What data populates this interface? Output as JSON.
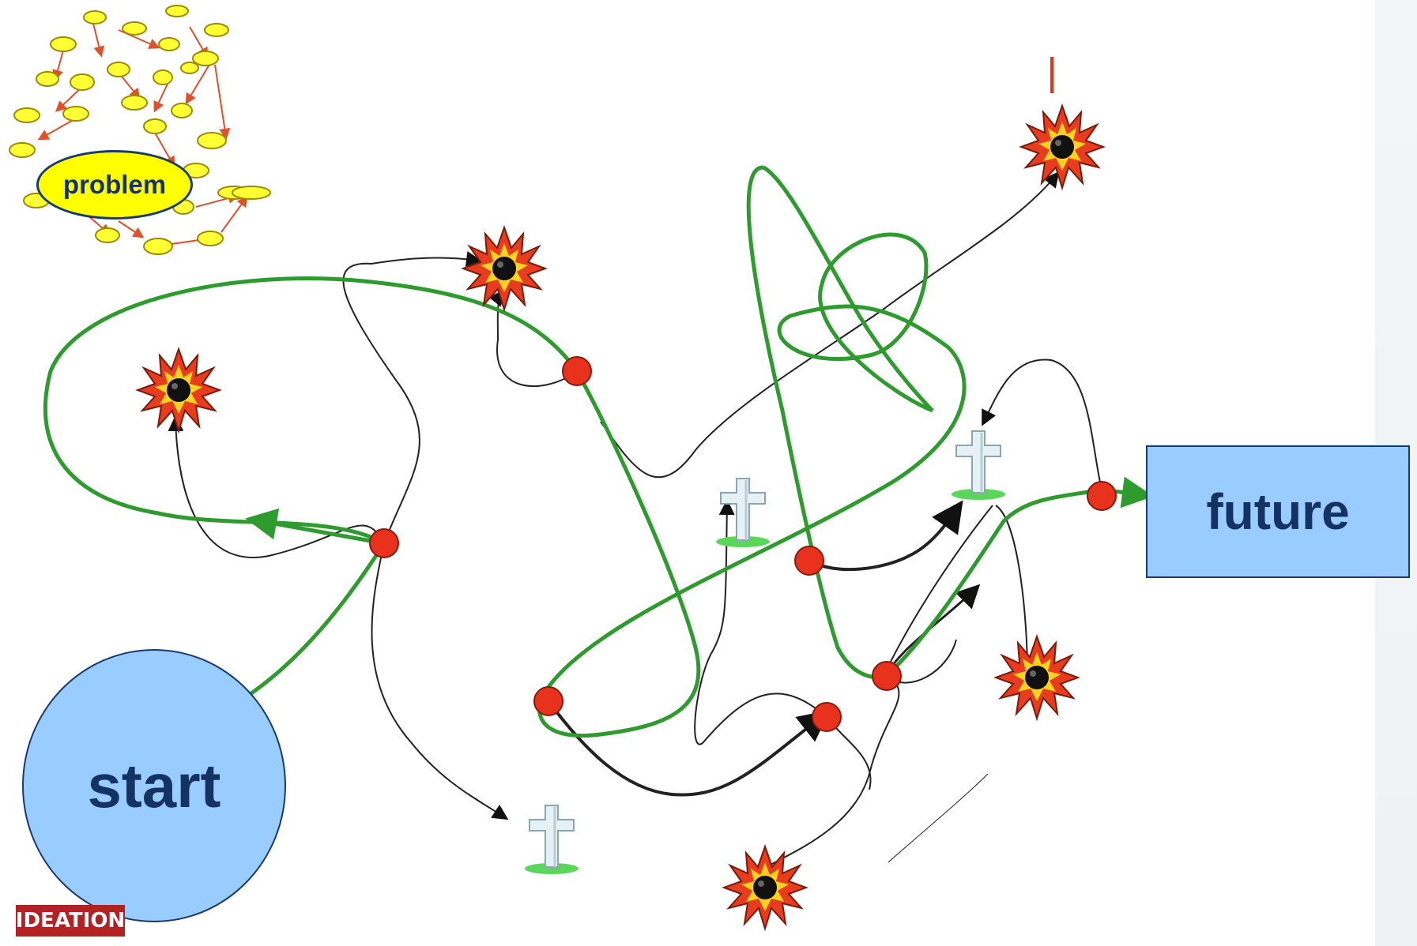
{
  "labels": {
    "start": "start",
    "future": "future",
    "problem": "problem",
    "badge": "IDEATION"
  },
  "colors": {
    "path_green": "#2e9b2e",
    "decision_node": "#e8321e",
    "label_fill": "#99ccff",
    "label_text": "#143264",
    "problem_fill": "#ffff00",
    "badge_fill": "#b22222"
  },
  "icons": {
    "explosions": [
      "explosion-icon",
      "explosion-icon",
      "explosion-icon",
      "explosion-icon",
      "explosion-icon"
    ],
    "gravestones": [
      "gravestone-icon",
      "gravestone-icon",
      "gravestone-icon"
    ]
  }
}
